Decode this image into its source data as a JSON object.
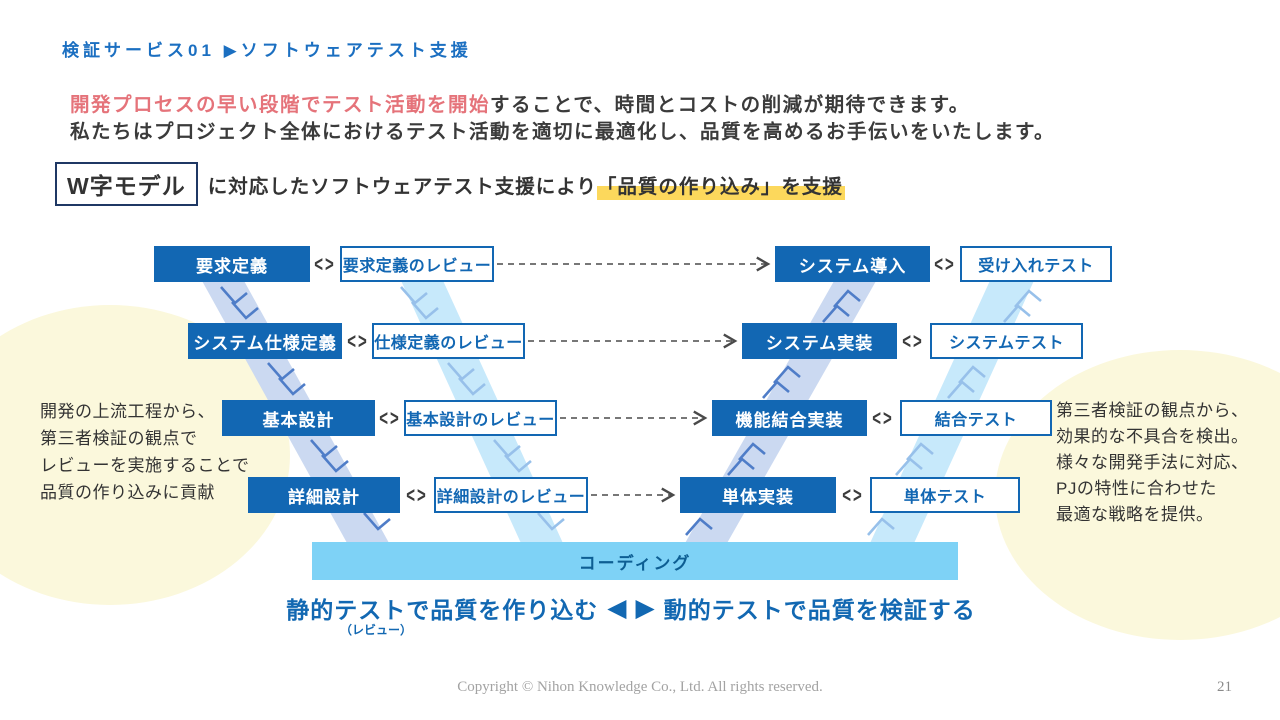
{
  "header": {
    "title": "検証サービス01 ▶ソフトウェアテスト支援"
  },
  "intro": {
    "line1_emphasis": "開発プロセスの早い段階でテスト活動を開始",
    "line1_rest": "することで、時間とコストの削減が期待できます。",
    "line2": "私たちはプロジェクト全体におけるテスト活動を適切に最適化し、品質を高めるお手伝いをいたします。"
  },
  "wmodel": {
    "box_label": "W字モデル",
    "desc_plain": "に対応したソフトウェアテスト支援により",
    "desc_highlight": "「品質の作り込み」を支援"
  },
  "diagram": {
    "connector": "<>",
    "rows": [
      {
        "stage": "要求定義",
        "review": "要求定義のレビュー",
        "impl": "システム導入",
        "test": "受け入れテスト"
      },
      {
        "stage": "システム仕様定義",
        "review": "仕様定義のレビュー",
        "impl": "システム実装",
        "test": "システムテスト"
      },
      {
        "stage": "基本設計",
        "review": "基本設計のレビュー",
        "impl": "機能結合実装",
        "test": "結合テスト"
      },
      {
        "stage": "詳細設計",
        "review": "詳細設計のレビュー",
        "impl": "単体実装",
        "test": "単体テスト"
      }
    ],
    "coding_label": "コーディング",
    "annot_left": [
      "開発の上流工程から、",
      "第三者検証の観点で",
      "レビューを実施することで",
      "品質の作り込みに貢献"
    ],
    "annot_right": [
      "第三者検証の観点から、",
      "効果的な不具合を検出。",
      "様々な開発手法に対応、",
      "PJの特性に合わせた",
      "最適な戦略を提供。"
    ],
    "caption": {
      "left": "静的テストで品質を作り込む",
      "arrow_left": "◀",
      "arrow_right": "▶",
      "right": "動的テストで品質を検証する",
      "note": "（レビュー）"
    }
  },
  "footer": {
    "copyright": "Copyright © Nihon Knowledge Co., Ltd. All rights reserved.",
    "page_number": "21"
  },
  "colors": {
    "primary_blue": "#1267B3",
    "header_blue": "#1B6FC1",
    "caption_blue": "#1268B2",
    "coding_fill": "#7ED2F6",
    "band_periwinkle": "#CBD9F1",
    "band_sky": "#C7E9FB",
    "highlight_yellow": "#FCD85C",
    "emphasis_salmon": "#E5737A",
    "ellipse_yellow": "#FBF8DC"
  }
}
